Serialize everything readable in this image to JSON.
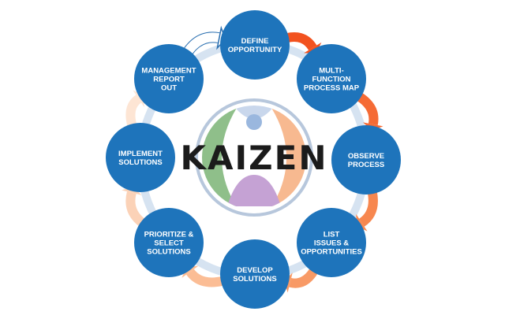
{
  "center": {
    "title": "KAIZEN"
  },
  "steps": [
    {
      "lines": [
        "DEFINE",
        "OPPORTUNITY"
      ]
    },
    {
      "lines": [
        "MULTI-",
        "FUNCTION",
        "PROCESS MAP"
      ]
    },
    {
      "lines": [
        "OBSERVE",
        "PROCESS"
      ]
    },
    {
      "lines": [
        "LIST",
        "ISSUES &",
        "OPPORTUNITIES"
      ]
    },
    {
      "lines": [
        "DEVELOP",
        "SOLUTIONS"
      ]
    },
    {
      "lines": [
        "PRIORITIZE &",
        "SELECT",
        "SOLUTIONS"
      ]
    },
    {
      "lines": [
        "IMPLEMENT",
        "SOLUTIONS"
      ]
    },
    {
      "lines": [
        "MANAGEMENT",
        "REPORT",
        "OUT"
      ]
    }
  ],
  "colors": {
    "node": "#1e74bb",
    "ring": "#d6e3f1",
    "arrows": [
      "#f2521f",
      "#f56b35",
      "#f7874f",
      "#f89a66",
      "#fbbd95",
      "#fbd2b7",
      "#fde5d4",
      "#ffffff"
    ],
    "arrow_outline": "#2a6fb0",
    "logo_green": "#8fbf8a",
    "logo_peach": "#f7b990",
    "logo_purple": "#c5a2d4",
    "logo_head": "#9ab7de",
    "logo_ring": "#b7c7dc"
  }
}
